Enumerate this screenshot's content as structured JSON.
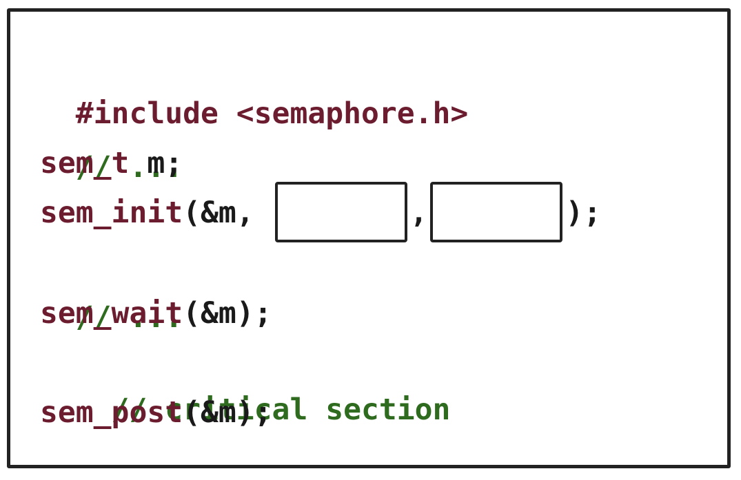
{
  "colors": {
    "keyword": "#6b1c2e",
    "comment": "#2e6b1e",
    "plain": "#1a1a1a",
    "border": "#222222"
  },
  "code": {
    "line1": {
      "text": "#include <semaphore.h>"
    },
    "line2": {
      "text": "// ..."
    },
    "line3": {
      "fn": "sem_t",
      "rest": " m;"
    },
    "line4": {
      "fn": "sem_init",
      "open": "(&m, ",
      "comma": ",",
      "close": ");"
    },
    "line5": {
      "text": "// ..."
    },
    "line6": {
      "fn": "sem_wait",
      "rest": "(&m);"
    },
    "line7": {
      "text": "  // critical section"
    },
    "line8": {
      "fn": "sem_post",
      "rest": "(&m);"
    }
  }
}
